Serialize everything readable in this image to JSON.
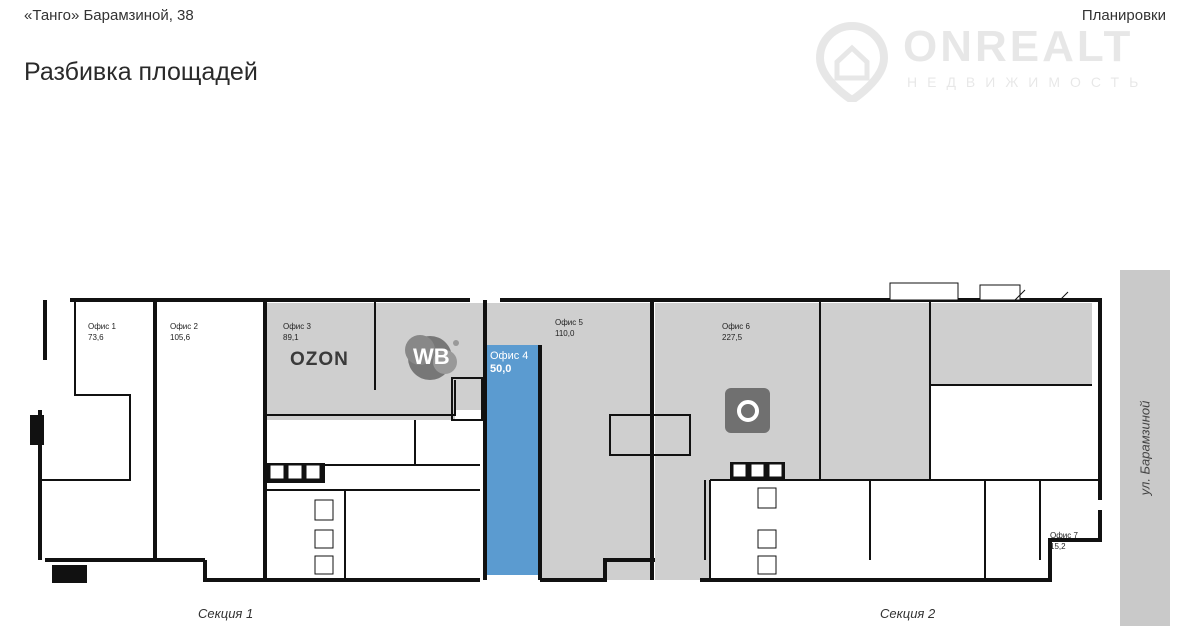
{
  "header": {
    "address": "«Танго» Барамзиной, 38",
    "title": "Разбивка площадей",
    "link": "Планировки"
  },
  "watermark": {
    "brand": "ONREALT",
    "subtitle": "НЕДВИЖИМОСТЬ"
  },
  "street": "ул. Барамзиной",
  "sections": [
    "Секция 1",
    "Секция 2"
  ],
  "offices": [
    {
      "name": "Офис 1",
      "area": "73,6"
    },
    {
      "name": "Офис 2",
      "area": "105,6"
    },
    {
      "name": "Офис 3",
      "area": "89,1"
    },
    {
      "name": "Офис 4",
      "area": "50,0"
    },
    {
      "name": "Офис 5",
      "area": "110,0"
    },
    {
      "name": "Офис 6",
      "area": "227,5"
    },
    {
      "name": "Офис 7",
      "area": "15,2"
    }
  ],
  "tenants": {
    "ozon": "OZON",
    "wb": "WB"
  },
  "colors": {
    "highlight": "#5b9bd0",
    "occupied": "#cfcfcf",
    "wall": "#111111"
  }
}
